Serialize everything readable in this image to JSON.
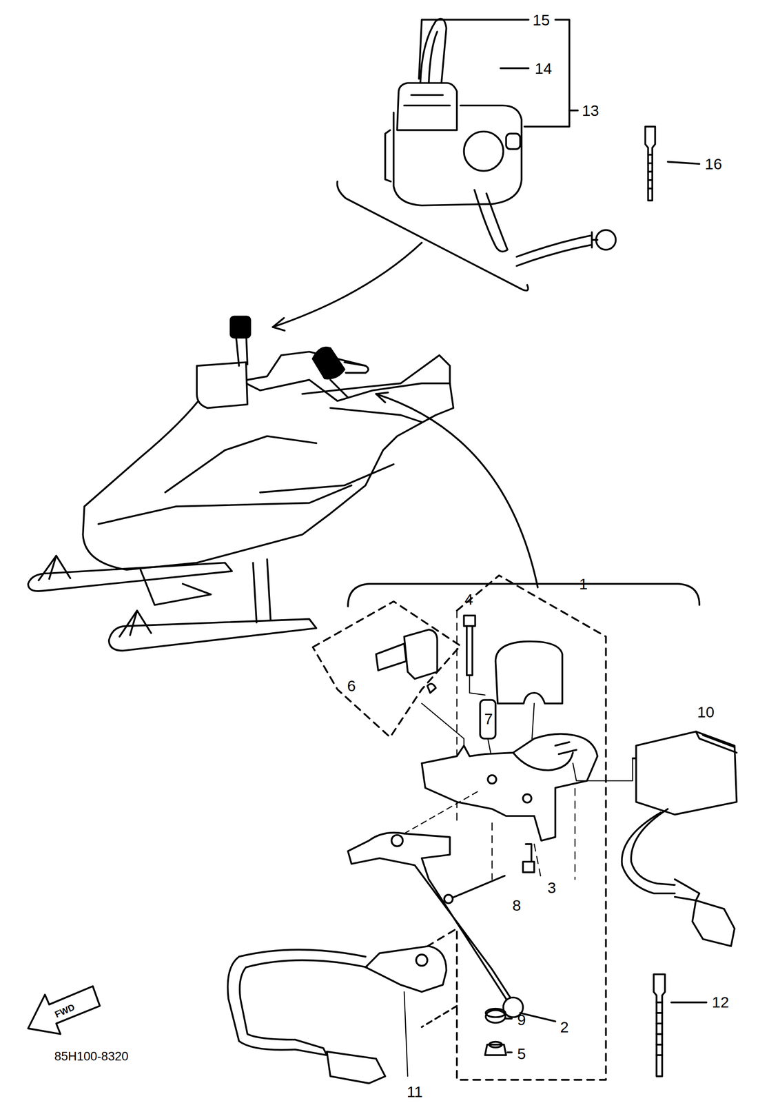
{
  "diagram": {
    "labels": [
      "15",
      "14",
      "13",
      "16",
      "1",
      "4",
      "6",
      "7",
      "10",
      "8",
      "3",
      "12",
      "9",
      "2",
      "5",
      "11",
      "FWD",
      "85H100-8320"
    ]
  }
}
